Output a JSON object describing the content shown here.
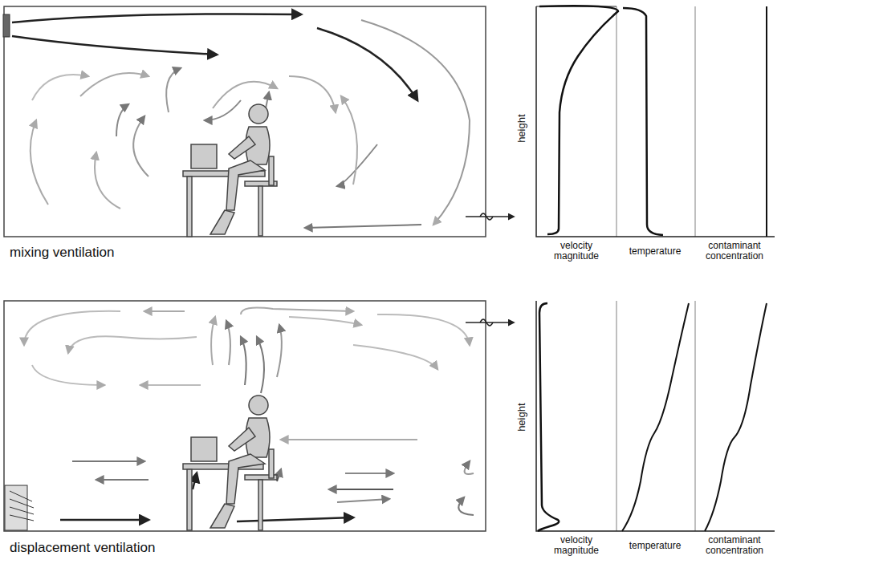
{
  "diagram": {
    "labels": [
      "mixing ventilation",
      "height",
      "velocity magnitude",
      "temperature",
      "contaminant concentration",
      "displacement ventilation",
      "height",
      "velocity magnitude",
      "temperature",
      "contaminant concentration"
    ]
  }
}
